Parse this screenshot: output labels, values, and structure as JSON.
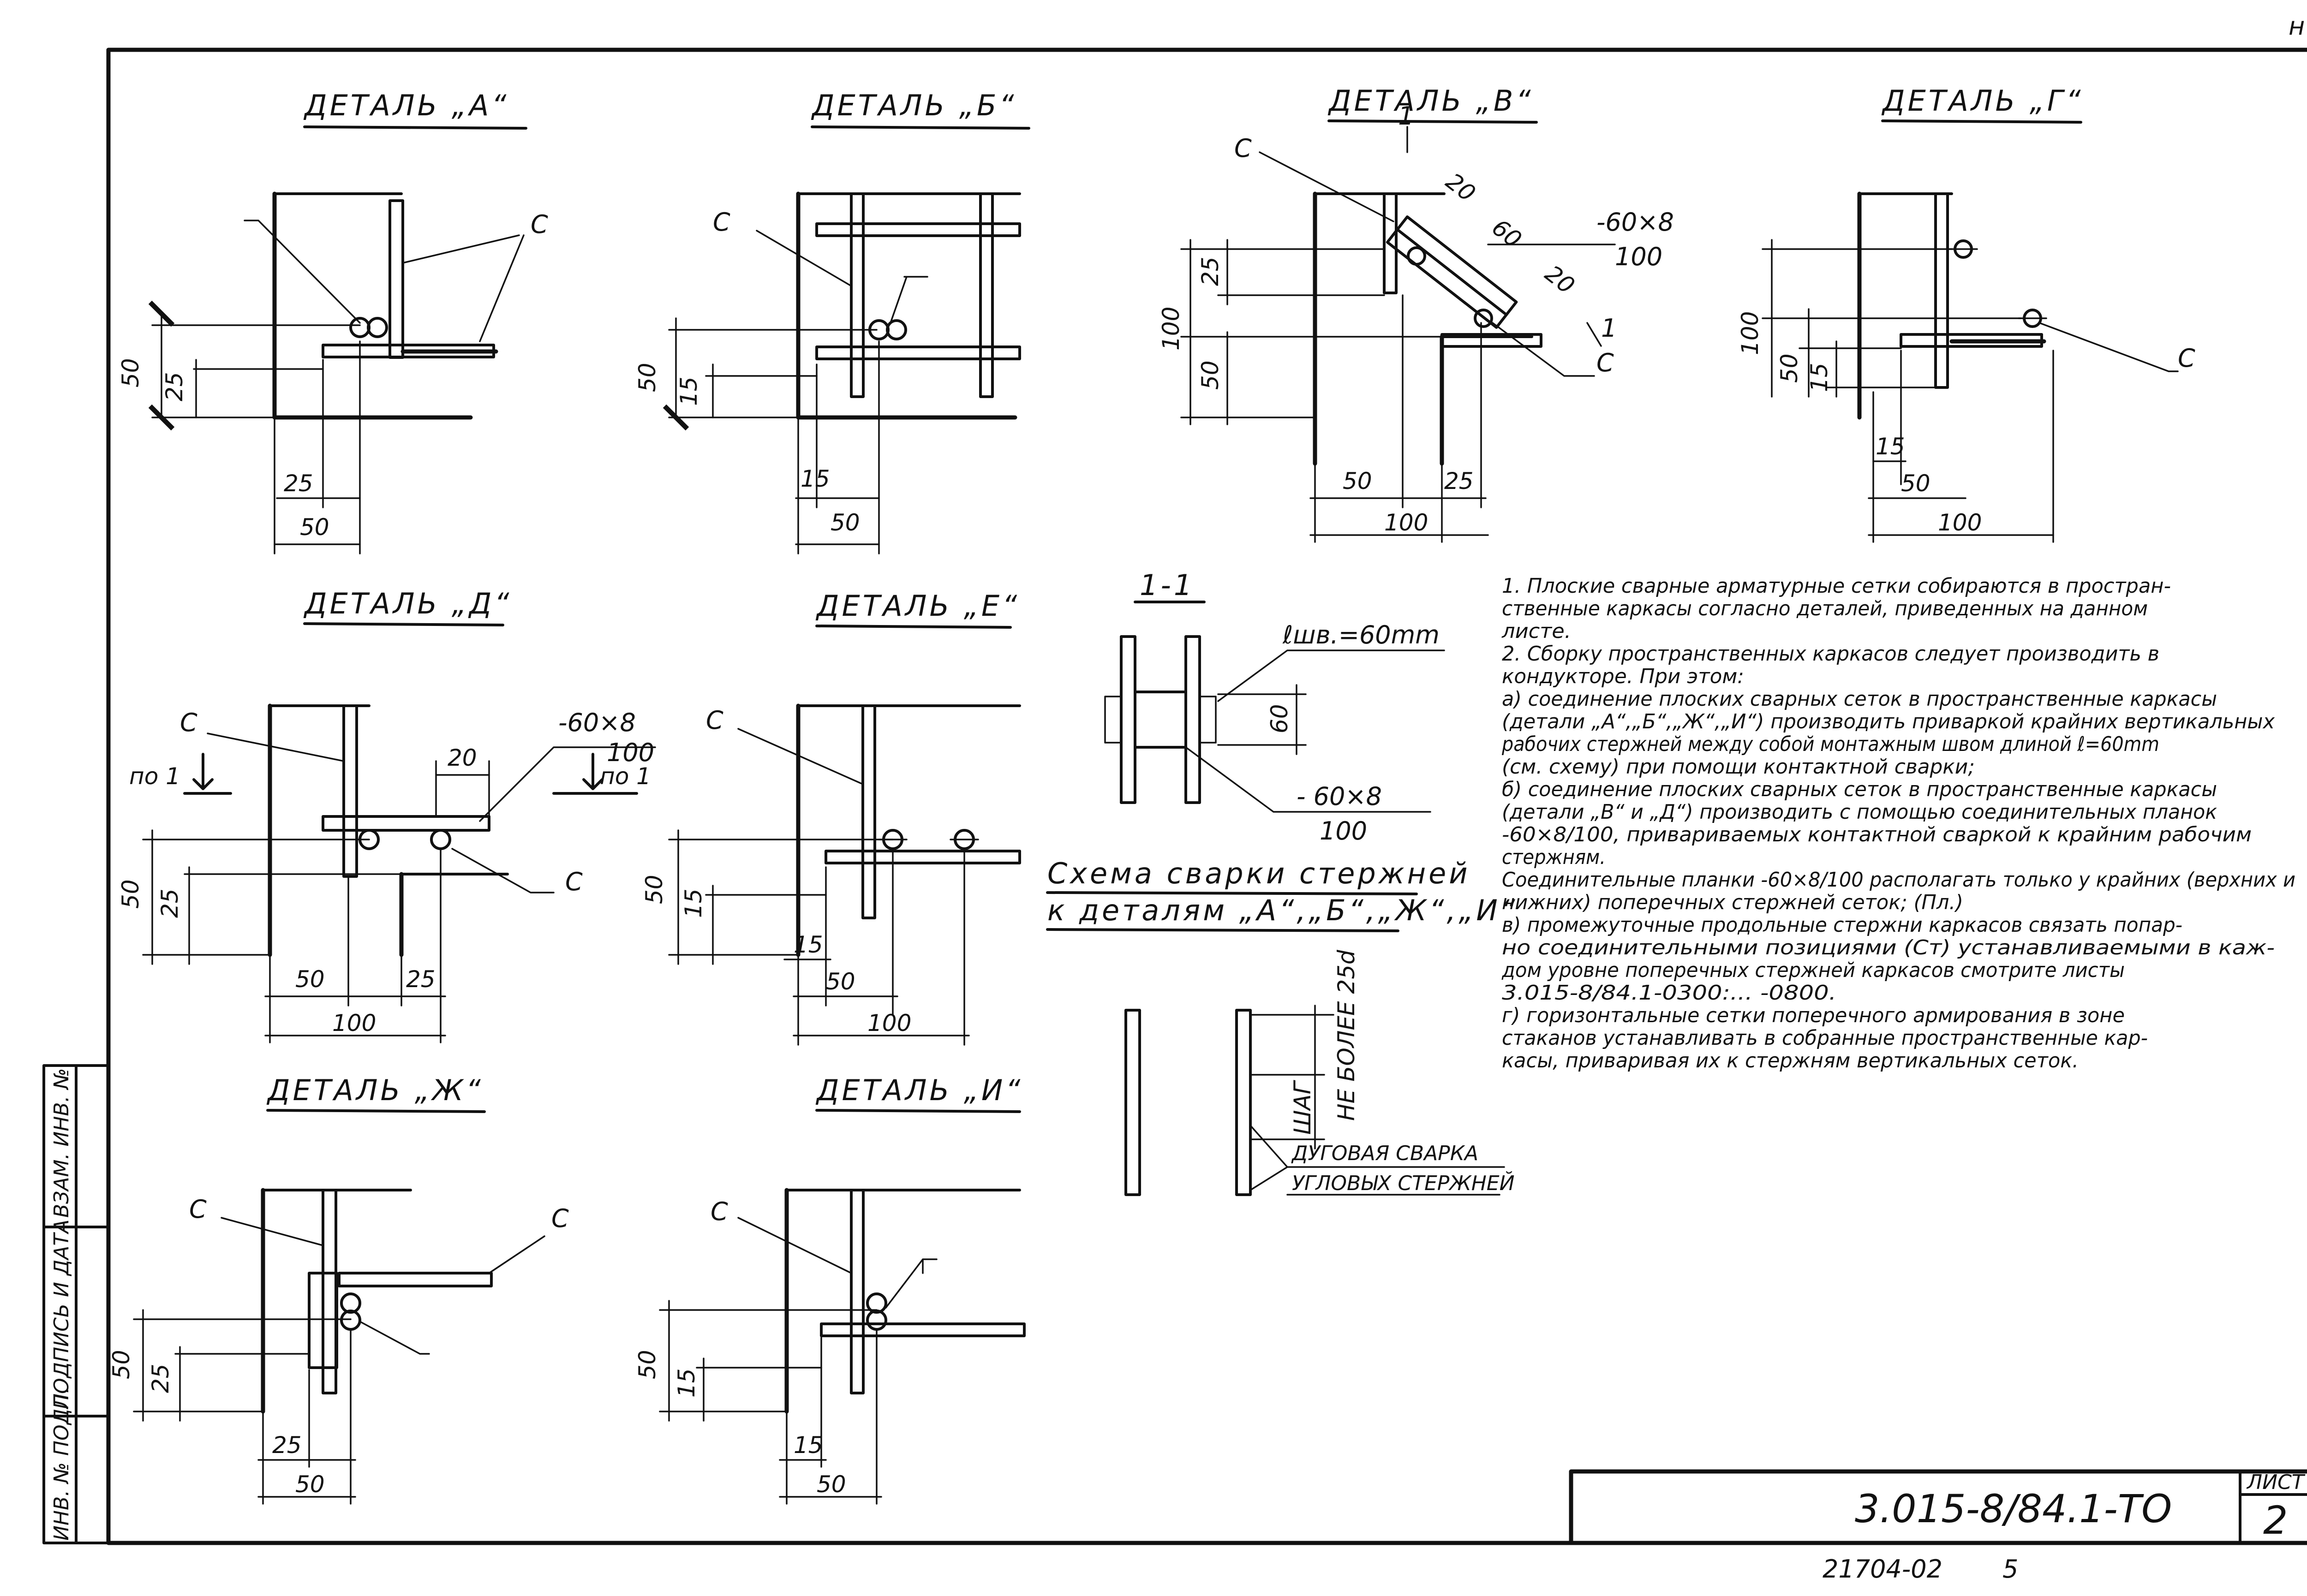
{
  "sheet": {
    "corner_letter": "н",
    "designation": "3.015-8/84.1-ТО",
    "sheet_label": "ЛИСТ",
    "sheet_number": "2",
    "footer_code": "21704-02",
    "footer_page": "5",
    "side_stamp": {
      "inv_podl": "ИНВ. № ПОДЛ.",
      "podpis": "ПОДПИСЬ И ДАТА",
      "vzam": "ВЗАМ. ИНВ. №"
    }
  },
  "details": {
    "a": {
      "title": "ДЕТАЛЬ „А“",
      "label_c": "С",
      "dim_50v": "50",
      "dim_25v": "25",
      "dim_25h": "25",
      "dim_50h": "50"
    },
    "b": {
      "title": "ДЕТАЛЬ „Б“",
      "label_c": "С",
      "dim_50v": "50",
      "dim_15v": "15",
      "dim_15h": "15",
      "dim_50h": "50"
    },
    "v": {
      "title": "ДЕТАЛЬ „В“",
      "label_c1": "С",
      "label_c2": "С",
      "sec_top": "1",
      "sec_bot": "1",
      "d20a": "20",
      "d60": "60",
      "d20b": "20",
      "plate_top": "-60×8",
      "plate_bot": "100",
      "dim_25v": "25",
      "dim_100v": "100",
      "dim_50v": "50",
      "dim_50h": "50",
      "dim_25h": "25",
      "dim_100h": "100"
    },
    "g": {
      "title": "ДЕТАЛЬ „Г“",
      "label_c": "С",
      "dim_100v": "100",
      "dim_50v": "50",
      "dim_15v": "15",
      "dim_15h": "15",
      "dim_50h": "50",
      "dim_100h": "100"
    },
    "d": {
      "title": "ДЕТАЛЬ „Д“",
      "label_c1": "С",
      "label_c2": "С",
      "po1_left": "по 1",
      "po1_right": "по 1",
      "d20": "20",
      "plate_top": "-60×8",
      "plate_bot": "100",
      "dim_50v": "50",
      "dim_25v": "25",
      "dim_50h": "50",
      "dim_25h": "25",
      "dim_100h": "100"
    },
    "e": {
      "title": "ДЕТАЛЬ „Е“",
      "label_c": "С",
      "dim_50v": "50",
      "dim_15v": "15",
      "dim_15h": "15",
      "dim_50h": "50",
      "dim_100h": "100"
    },
    "zh": {
      "title": "ДЕТАЛЬ „Ж“",
      "label_c1": "С",
      "label_c2": "С",
      "dim_50v": "50",
      "dim_25v": "25",
      "dim_25h": "25",
      "dim_50h": "50"
    },
    "i": {
      "title": "ДЕТАЛЬ „И“",
      "label_c": "С",
      "dim_50v": "50",
      "dim_15v": "15",
      "dim_15h": "15",
      "dim_50h": "50"
    }
  },
  "section11": {
    "title": "1-1",
    "weld_len": "ℓшв.=60mm",
    "dim60": "60",
    "plate_top": "- 60×8",
    "plate_bot": "100"
  },
  "scheme": {
    "title_line1": "Схема сварки стержней",
    "title_line2": "к деталям „А“,„Б“,„Ж“,„И“",
    "nebolee": "НЕ БОЛЕЕ 25d",
    "shag": "ШАГ",
    "weld_line1": "ДУГОВАЯ СВАРКА",
    "weld_line2": "УГЛОВЫХ СТЕРЖНЕЙ"
  },
  "notes": [
    "1. Плоские сварные арматурные сетки собираются в простран-",
    "ственные каркасы согласно деталей, приведенных на данном",
    "листе.",
    "2. Сборку пространственных каркасов следует производить в",
    "кондукторе. При этом:",
    "а) соединение плоских сварных сеток в пространственные каркасы",
    "(детали „А“,„Б“,„Ж“,„И“) производить приваркой крайних вертикальных",
    "рабочих стержней между собой монтажным швом длиной ℓ=60mm",
    "(см. схему) при помощи контактной сварки;",
    "б) соединение плоских сварных сеток в пространственные каркасы",
    "(детали „В“ и „Д“) производить с помощью соединительных планок",
    "-60×8/100, привариваемых контактной     сваркой к крайним рабочим",
    "стержням.",
    "Соединительные планки -60×8/100 располагать только у крайних (верхних и",
    "нижних) поперечных стержней сеток; (Пл.)",
    "в) промежуточные продольные стержни каркасов связать попар-",
    "но соединительными позициями (Ст)           устанавливаемыми в каж-",
    "дом уровне поперечных стержней каркасов смотрите листы",
    "3.015-8/84.1-0300:...  -0800.",
    "г) горизонтальные сетки поперечного армирования в зоне",
    "стаканов устанавливать в собранные пространственные кар-",
    "касы, приваривая их к стержням вертикальных сеток."
  ],
  "colors": {
    "ink": "#111111",
    "paper": "#ffffff"
  }
}
